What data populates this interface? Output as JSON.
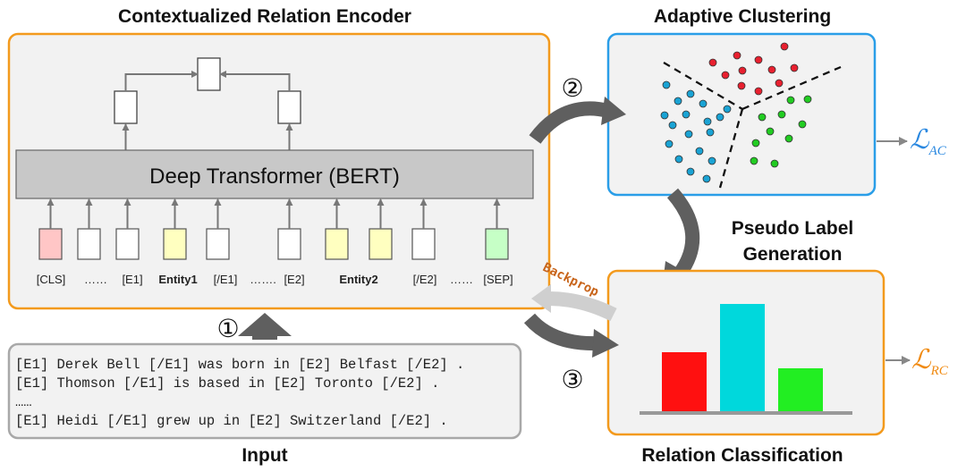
{
  "encoder": {
    "title": "Contextualized Relation Encoder",
    "transformer_label": "Deep Transformer (BERT)",
    "tokens": [
      "[CLS]",
      "……",
      "[E1]",
      "Entity1",
      "[/E1]",
      "…….",
      "[E2]",
      "Entity2",
      "[/E2]",
      "……",
      "[SEP]"
    ]
  },
  "input": {
    "title": "Input",
    "lines": [
      "[E1] Derek Bell [/E1] was born in [E2] Belfast [/E2] .",
      "[E1] Thomson [/E1] is based in [E2] Toronto [/E2] .",
      "……",
      "[E1] Heidi [/E1] grew up in [E2] Switzerland [/E2] ."
    ]
  },
  "clustering": {
    "title": "Adaptive Clustering",
    "loss_symbol": "ℒ",
    "loss_subscript": "AC",
    "cluster_colors": [
      "#e8202f",
      "#1aa3d4",
      "#22cc22"
    ]
  },
  "pseudo_label": {
    "title_line1": "Pseudo Label",
    "title_line2": "Generation"
  },
  "classification": {
    "title": "Relation Classification",
    "loss_symbol": "ℒ",
    "loss_subscript": "RC",
    "bars": [
      {
        "color": "#ff1010",
        "value": 0.55
      },
      {
        "color": "#00d8dc",
        "value": 1.0
      },
      {
        "color": "#22ee22",
        "value": 0.4
      }
    ]
  },
  "steps": {
    "step1": "①",
    "step2": "②",
    "step3": "③",
    "backprop": "Backprop"
  },
  "colors": {
    "orange_border": "#f39a1d",
    "blue_border": "#2a9ee8",
    "panel_fill": "#f2f2f2",
    "bert_fill": "#c8c8c8",
    "arrow_dark": "#5f5f5f",
    "arrow_light": "#cfcfcf",
    "cls_fill": "#ffc6c6",
    "entity_fill": "#ffffc0",
    "sep_fill": "#c6ffc6",
    "loss_blue": "#2a88e0",
    "loss_orange": "#f08a10",
    "backprop_text": "#c8641a"
  }
}
